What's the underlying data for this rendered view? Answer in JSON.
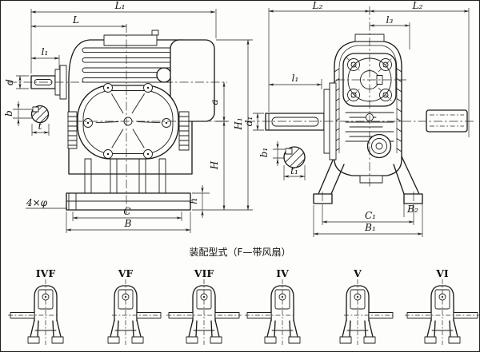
{
  "caption": "装配型式（F—带风扇）",
  "colors": {
    "line": "#1d1d1d",
    "paper": "#fdfdfb"
  },
  "front_view": {
    "description": "worm gear reducer front view with motor and fan",
    "dims": {
      "L1": "L₁",
      "L": "L",
      "l1": "l₁",
      "d": "d",
      "b": "b",
      "t": "t",
      "holes": "4×φ",
      "C": "C",
      "B": "B",
      "h": "h",
      "a": "a",
      "H": "H",
      "H1": "H₁"
    }
  },
  "side_view": {
    "description": "worm gear reducer side view with worm shaft",
    "dims": {
      "L2_left": "L₂",
      "L2_right": "L₂",
      "l3": "l₃",
      "l1": "l₁",
      "d1": "d₁",
      "b1": "b₁",
      "t1": "t₁",
      "B2": "B₂",
      "C1": "C₁",
      "B1": "B₁"
    }
  },
  "assembly": {
    "items": [
      {
        "label": "IVF",
        "shaft": "left"
      },
      {
        "label": "VF",
        "shaft": "right"
      },
      {
        "label": "VIF",
        "shaft": "both"
      },
      {
        "label": "IV",
        "shaft": "left"
      },
      {
        "label": "V",
        "shaft": "right"
      },
      {
        "label": "VI",
        "shaft": "both"
      }
    ]
  }
}
